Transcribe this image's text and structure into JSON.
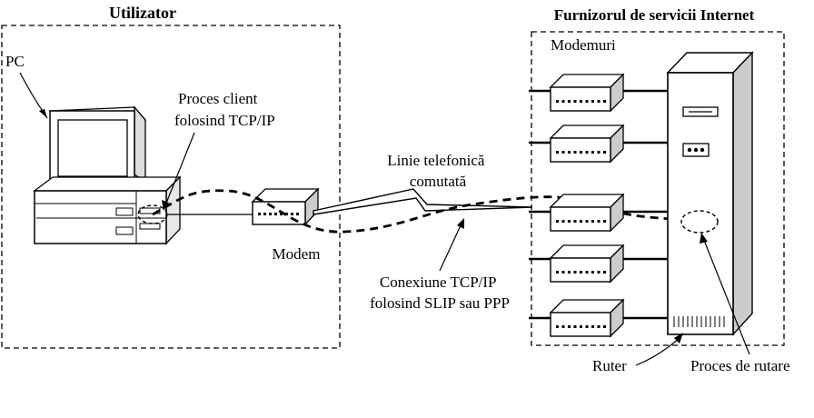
{
  "user_section": {
    "title": "Utilizator",
    "pc_label": "PC",
    "client_process": [
      "Proces client",
      "folosind TCP/IP"
    ],
    "modem_label": "Modem"
  },
  "isp_section": {
    "title": "Furnizorul de servicii Internet",
    "modems_label": "Modemuri",
    "router_label": "Ruter",
    "routing_process_label": "Proces de rutare"
  },
  "phone_line_label": [
    "Linie telefonică",
    "comutată"
  ],
  "tcpip_connection_label": [
    "Conexiune TCP/IP",
    "folosind SLIP sau PPP"
  ]
}
